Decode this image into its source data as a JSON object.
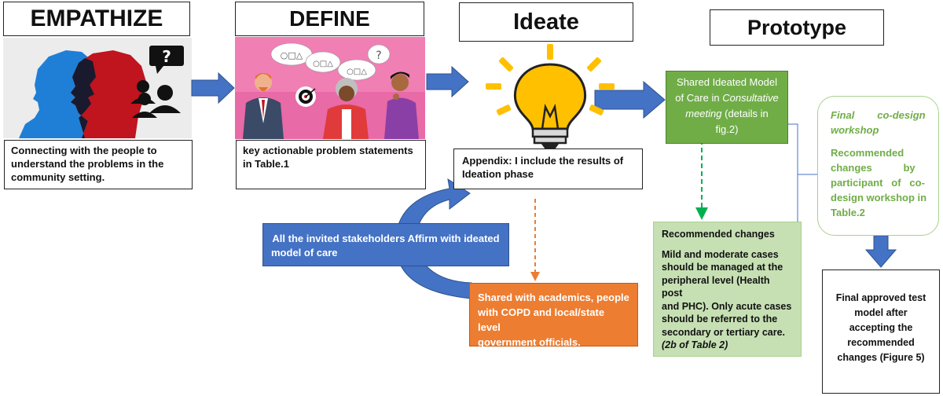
{
  "stages": {
    "empathize": {
      "title": "EMPATHIZE",
      "description": "Connecting with the people to understand the problems in the community setting."
    },
    "define": {
      "title": "DEFINE",
      "description": "key actionable problem statements in Table.1"
    },
    "ideate": {
      "title": "Ideate",
      "description": "Appendix: I include the results of Ideation phase"
    },
    "prototype": {
      "title": "Prototype"
    }
  },
  "consultative_box": {
    "line1": "Shared Ideated Model",
    "line2": "of Care in ",
    "line2_italic": "Consultative",
    "line3_italic": "meeting",
    "line3": " (details in",
    "line4": "fig.2)"
  },
  "stakeholders_box": {
    "line1": "All the invited stakeholders Affirm with ideated",
    "line2": "model of care"
  },
  "shared_box": {
    "line1": "Shared with academics, people",
    "line2": "with COPD and local/state level",
    "line3": "government officials."
  },
  "recommended_box": {
    "title": "Recommended changes",
    "lines": [
      "Mild and moderate cases",
      "should be managed at the",
      "peripheral level (Health post",
      "and PHC). Only acute cases",
      "should be referred to the",
      "secondary or tertiary care."
    ],
    "note": "(2b of Table 2)"
  },
  "final_workshop": {
    "title_line1": "Final        co-design",
    "title_line2": "workshop",
    "lines": [
      "Recommended",
      "changes           by",
      "participant   of   co-",
      "design workshop in",
      "Table.2"
    ]
  },
  "final_model": {
    "lines": [
      "Final approved test",
      "model after",
      "accepting the",
      "recommended",
      "changes (Figure 5)"
    ]
  },
  "colors": {
    "arrow_blue": "#4472C4",
    "green": "#70AD47",
    "orange": "#ED7D31",
    "light_green": "#C6E0B4",
    "red": "#C00000",
    "bulb_yellow": "#FFC000"
  }
}
